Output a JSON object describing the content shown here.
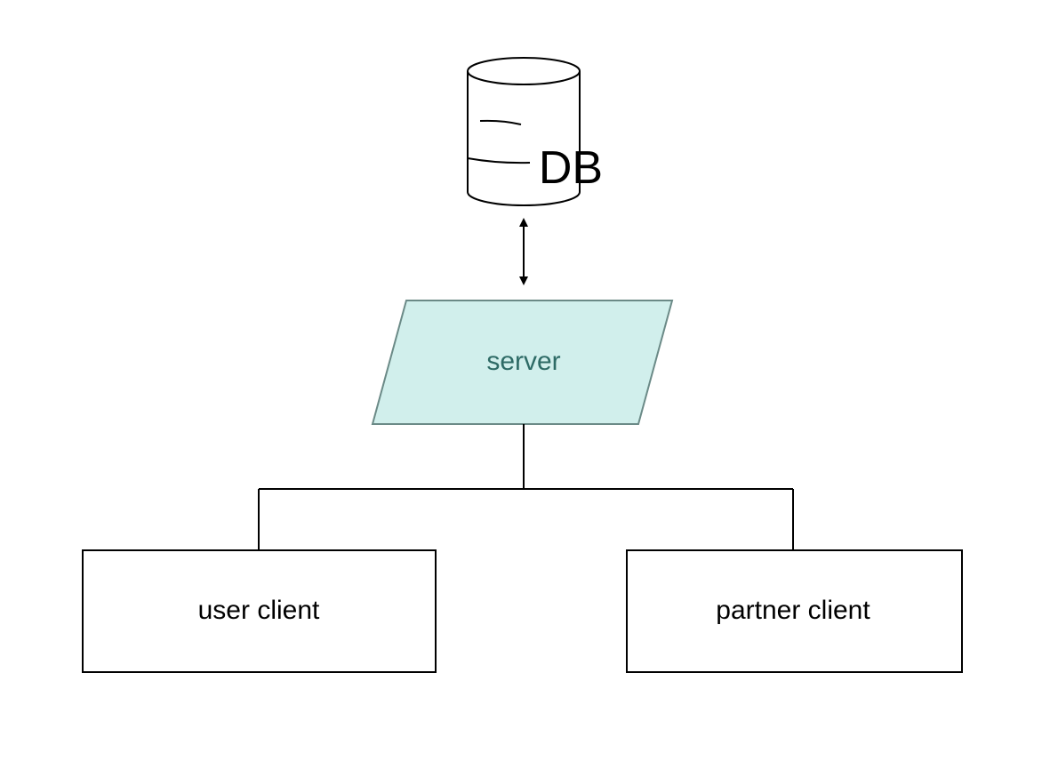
{
  "nodes": {
    "db": {
      "label": "DB",
      "icon": "database-icon"
    },
    "server": {
      "label": "server",
      "fill": "#d1efec",
      "stroke": "#6b8a87",
      "text_color": "#2e6b66"
    },
    "user_client": {
      "label": "user client"
    },
    "partner_client": {
      "label": "partner client"
    }
  },
  "edges": [
    {
      "from": "db",
      "to": "server",
      "style": "bidirectional-arrow"
    },
    {
      "from": "server",
      "to": "user_client",
      "style": "line"
    },
    {
      "from": "server",
      "to": "partner_client",
      "style": "line"
    }
  ]
}
